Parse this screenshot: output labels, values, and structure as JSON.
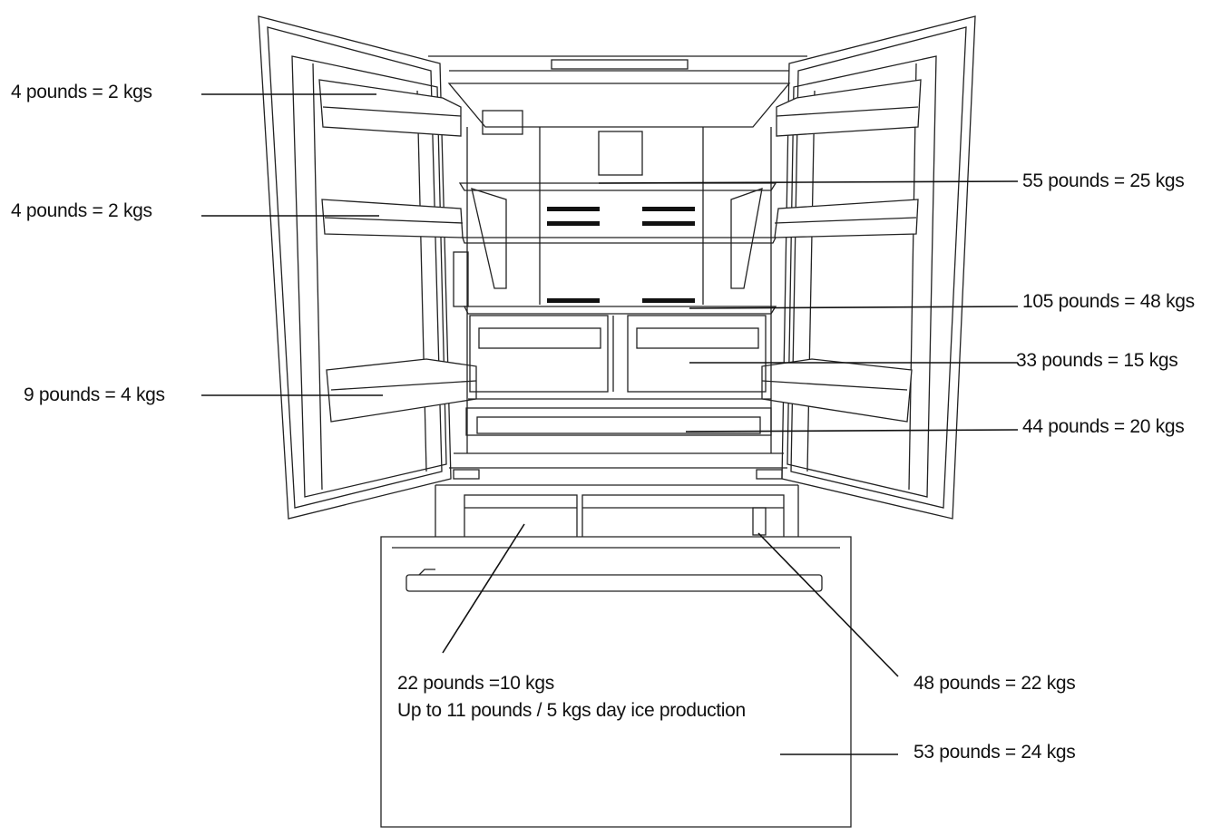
{
  "labels": {
    "left_door_top": "4 pounds = 2 kgs",
    "left_door_middle": "4 pounds = 2 kgs",
    "left_door_bottom": "9 pounds = 4 kgs",
    "shelf_top": "55 pounds = 25 kgs",
    "shelf_crisper_top": "105 pounds = 48 kgs",
    "crisper_drawers": "33 pounds = 15 kgs",
    "deli_drawer": "44 pounds = 20 kgs",
    "ice_bin_weight": "22 pounds =10 kgs",
    "ice_production": "Up to 11 pounds / 5 kgs day ice production",
    "freezer_basket": "48 pounds = 22 kgs",
    "freezer_drawer": "53 pounds = 24 kgs"
  }
}
